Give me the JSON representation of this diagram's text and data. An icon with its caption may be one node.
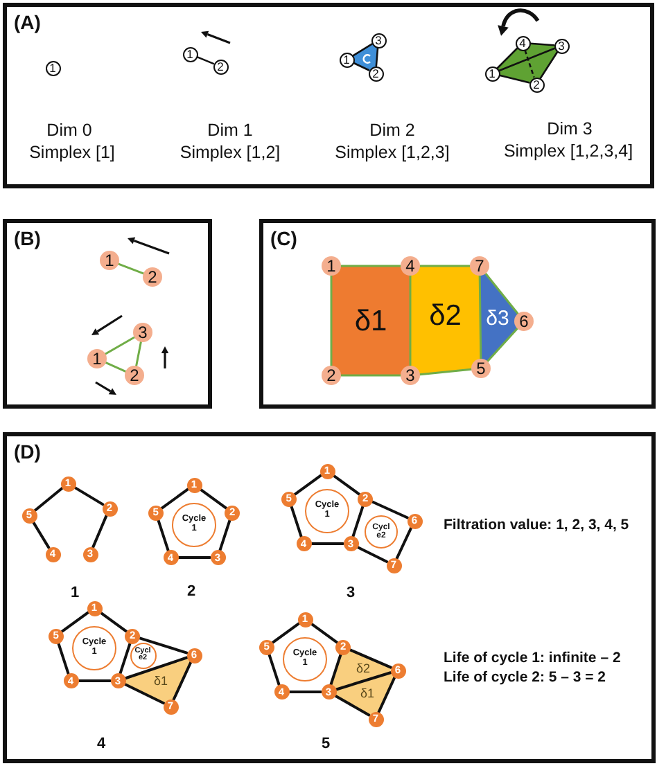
{
  "diagram": {
    "nodes": [
      {
        "text": [
          "(A)"
        ]
      },
      {
        "text": [
          "1"
        ],
        "in": 0
      },
      {
        "text": [
          "1"
        ],
        "in": 0
      },
      {
        "text": [
          "2"
        ],
        "in": 0
      },
      {
        "text": [
          "1"
        ],
        "in": 0
      },
      {
        "text": [
          "3"
        ],
        "in": 0
      },
      {
        "text": [
          "2"
        ],
        "in": 0
      },
      {
        "text": [
          "1"
        ],
        "in": 0
      },
      {
        "text": [
          "4"
        ],
        "in": 0
      },
      {
        "text": [
          "3"
        ],
        "in": 0
      },
      {
        "text": [
          "2"
        ],
        "in": 0
      },
      {
        "text": [
          "(B)"
        ]
      },
      {
        "text": [
          "1"
        ],
        "in": 11
      },
      {
        "text": [
          "2"
        ],
        "in": 11
      },
      {
        "text": [
          "3"
        ],
        "in": 11
      },
      {
        "text": [
          "1"
        ],
        "in": 11
      },
      {
        "text": [
          "2"
        ],
        "in": 11
      },
      {
        "text": [
          "(C)"
        ]
      },
      {
        "text": [
          "1"
        ],
        "in": 17
      },
      {
        "text": [
          "4"
        ],
        "in": 17
      },
      {
        "text": [
          "7"
        ],
        "in": 17
      },
      {
        "text": [
          "δ1"
        ],
        "in": 17
      },
      {
        "text": [
          "δ2"
        ],
        "in": 17
      },
      {
        "text": [
          "δ3"
        ],
        "in": 17
      },
      {
        "text": [
          "6"
        ],
        "in": 17
      },
      {
        "text": [
          "2"
        ],
        "in": 17
      },
      {
        "text": [
          "3"
        ],
        "in": 17
      },
      {
        "text": [
          "5"
        ],
        "in": 17
      },
      {
        "text": [
          "(D)"
        ]
      },
      {
        "text": [
          "1"
        ],
        "in": 28
      },
      {
        "text": [
          "5"
        ],
        "in": 28
      },
      {
        "text": [
          "2"
        ],
        "in": 28
      },
      {
        "text": [
          "4"
        ],
        "in": 28
      },
      {
        "text": [
          "3"
        ],
        "in": 28
      },
      {
        "text": [
          "1"
        ],
        "in": 28
      },
      {
        "text": [
          "5"
        ],
        "in": 28
      },
      {
        "text": [
          "Cycle 1"
        ],
        "in": 28
      },
      {
        "text": [
          "2"
        ],
        "in": 28
      },
      {
        "text": [
          "4"
        ],
        "in": 28
      },
      {
        "text": [
          "3"
        ],
        "in": 28
      },
      {
        "text": [
          "1"
        ],
        "in": 28
      },
      {
        "text": [
          "5"
        ],
        "in": 28
      },
      {
        "text": [
          "Cycle 1"
        ],
        "in": 28
      },
      {
        "text": [
          "2"
        ],
        "in": 28
      },
      {
        "text": [
          "Cycl e2"
        ],
        "in": 28
      },
      {
        "text": [
          "6"
        ],
        "in": 28
      },
      {
        "text": [
          "4"
        ],
        "in": 28
      },
      {
        "text": [
          "3"
        ],
        "in": 28
      },
      {
        "text": [
          "7"
        ],
        "in": 28
      },
      {
        "text": [
          "1"
        ],
        "in": 28
      },
      {
        "text": [
          "5"
        ],
        "in": 28
      },
      {
        "text": [
          "Cycle 1"
        ],
        "in": 28
      },
      {
        "text": [
          "2"
        ],
        "in": 28
      },
      {
        "text": [
          "Cycl e2"
        ],
        "in": 28
      },
      {
        "text": [
          "6"
        ],
        "in": 28
      },
      {
        "text": [
          "4"
        ],
        "in": 28
      },
      {
        "text": [
          "3"
        ],
        "in": 28
      },
      {
        "text": [
          "δ1"
        ],
        "in": 28
      },
      {
        "text": [
          "7"
        ],
        "in": 28
      },
      {
        "text": [
          "1"
        ],
        "in": 28
      },
      {
        "text": [
          "5"
        ],
        "in": 28
      },
      {
        "text": [
          "Cycle 1"
        ],
        "in": 28
      },
      {
        "text": [
          "2"
        ],
        "in": 28
      },
      {
        "text": [
          "δ2"
        ],
        "in": 28
      },
      {
        "text": [
          "6"
        ],
        "in": 28
      },
      {
        "text": [
          "4"
        ],
        "in": 28
      },
      {
        "text": [
          "3"
        ],
        "in": 28
      },
      {
        "text": [
          "δ1"
        ],
        "in": 28
      },
      {
        "text": [
          "7"
        ],
        "in": 28
      }
    ],
    "edges": [
      {
        "from": 2,
        "to": 3,
        "arrow": "none"
      },
      {
        "from": 4,
        "to": 5,
        "arrow": "none"
      },
      {
        "from": 5,
        "to": 6,
        "arrow": "none"
      },
      {
        "from": 6,
        "to": 4,
        "arrow": "none"
      },
      {
        "from": 7,
        "to": 8,
        "arrow": "none"
      },
      {
        "from": 8,
        "to": 9,
        "arrow": "none"
      },
      {
        "from": 9,
        "to": 10,
        "arrow": "none"
      },
      {
        "from": 10,
        "to": 7,
        "arrow": "none"
      },
      {
        "from": 7,
        "to": 9,
        "arrow": "none"
      },
      {
        "from": 8,
        "to": 10,
        "arrow": "none",
        "style": "dashed"
      },
      {
        "from": 12,
        "to": 13,
        "arrow": "none",
        "color": "#70ad47"
      },
      {
        "from": 15,
        "to": 14,
        "arrow": "none",
        "color": "#70ad47"
      },
      {
        "from": 14,
        "to": 16,
        "arrow": "none",
        "color": "#70ad47"
      },
      {
        "from": 16,
        "to": 15,
        "arrow": "none",
        "color": "#70ad47"
      },
      {
        "from": 18,
        "to": 19,
        "arrow": "none",
        "color": "#70ad47"
      },
      {
        "from": 19,
        "to": 20,
        "arrow": "none",
        "color": "#70ad47"
      },
      {
        "from": 20,
        "to": 24,
        "arrow": "none",
        "color": "#70ad47"
      },
      {
        "from": 24,
        "to": 27,
        "arrow": "none",
        "color": "#70ad47"
      },
      {
        "from": 27,
        "to": 26,
        "arrow": "none",
        "color": "#70ad47"
      },
      {
        "from": 26,
        "to": 25,
        "arrow": "none",
        "color": "#70ad47"
      },
      {
        "from": 25,
        "to": 18,
        "arrow": "none",
        "color": "#70ad47"
      },
      {
        "from": 19,
        "to": 26,
        "arrow": "none",
        "color": "#70ad47"
      },
      {
        "from": 20,
        "to": 27,
        "arrow": "none",
        "color": "#70ad47"
      },
      {
        "from": 29,
        "to": 31,
        "arrow": "none"
      },
      {
        "from": 31,
        "to": 33,
        "arrow": "none"
      },
      {
        "from": 30,
        "to": 29,
        "arrow": "none"
      },
      {
        "from": 30,
        "to": 32,
        "arrow": "none"
      },
      {
        "from": 34,
        "to": 37,
        "arrow": "none"
      },
      {
        "from": 37,
        "to": 39,
        "arrow": "none"
      },
      {
        "from": 39,
        "to": 38,
        "arrow": "none"
      },
      {
        "from": 38,
        "to": 35,
        "arrow": "none"
      },
      {
        "from": 35,
        "to": 34,
        "arrow": "none"
      },
      {
        "from": 40,
        "to": 43,
        "arrow": "none"
      },
      {
        "from": 43,
        "to": 47,
        "arrow": "none"
      },
      {
        "from": 47,
        "to": 46,
        "arrow": "none"
      },
      {
        "from": 46,
        "to": 41,
        "arrow": "none"
      },
      {
        "from": 41,
        "to": 40,
        "arrow": "none"
      },
      {
        "from": 43,
        "to": 45,
        "arrow": "none"
      },
      {
        "from": 45,
        "to": 48,
        "arrow": "none"
      },
      {
        "from": 48,
        "to": 47,
        "arrow": "none"
      },
      {
        "from": 49,
        "to": 52,
        "arrow": "none"
      },
      {
        "from": 52,
        "to": 56,
        "arrow": "none"
      },
      {
        "from": 56,
        "to": 55,
        "arrow": "none"
      },
      {
        "from": 55,
        "to": 50,
        "arrow": "none"
      },
      {
        "from": 50,
        "to": 49,
        "arrow": "none"
      },
      {
        "from": 52,
        "to": 54,
        "arrow": "none"
      },
      {
        "from": 54,
        "to": 58,
        "arrow": "none"
      },
      {
        "from": 58,
        "to": 56,
        "arrow": "none"
      },
      {
        "from": 56,
        "to": 54,
        "arrow": "none"
      },
      {
        "from": 59,
        "to": 62,
        "arrow": "none"
      },
      {
        "from": 62,
        "to": 66,
        "arrow": "none"
      },
      {
        "from": 66,
        "to": 65,
        "arrow": "none"
      },
      {
        "from": 65,
        "to": 60,
        "arrow": "none"
      },
      {
        "from": 60,
        "to": 59,
        "arrow": "none"
      },
      {
        "from": 62,
        "to": 64,
        "arrow": "none"
      },
      {
        "from": 64,
        "to": 68,
        "arrow": "none"
      },
      {
        "from": 68,
        "to": 66,
        "arrow": "none"
      },
      {
        "from": 66,
        "to": 64,
        "arrow": "none"
      }
    ],
    "labels": [
      "Dim 0",
      "Simplex [1]",
      "Dim 1",
      "Simplex [1,2]",
      "Dim 2",
      "Simplex [1,2,3]",
      "Dim 3",
      "Simplex [1,2,3,4]",
      "Filtration value: 1, 2, 3, 4, 5",
      "1",
      "2",
      "3",
      "Life of cycle 1: infinite – 2",
      "Life of cycle 2: 5 – 3 = 2",
      "4",
      "5"
    ]
  }
}
